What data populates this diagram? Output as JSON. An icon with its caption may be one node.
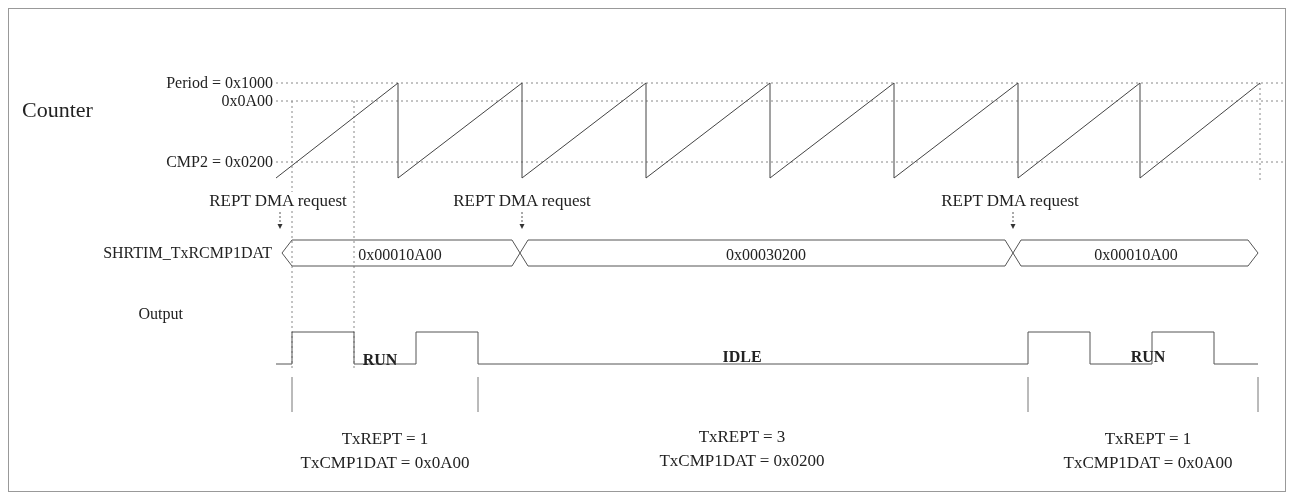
{
  "diagram": {
    "labels": [
      "Period = 0x1000",
      "0x0A00",
      "Counter",
      "CMP2 = 0x0200",
      "REPT DMA request",
      "REPT DMA request",
      "REPT DMA request",
      "SHRTIM_TxRCMP1DAT",
      "0x00010A00",
      "0x00030200",
      "0x00010A00",
      "Output",
      "RUN",
      "IDLE",
      "RUN",
      "TxREPT = 1",
      "TxCMP1DAT = 0x0A00",
      "TxREPT = 3",
      "TxCMP1DAT = 0x0200",
      "TxREPT = 1",
      "TxCMP1DAT = 0x0A00"
    ]
  }
}
